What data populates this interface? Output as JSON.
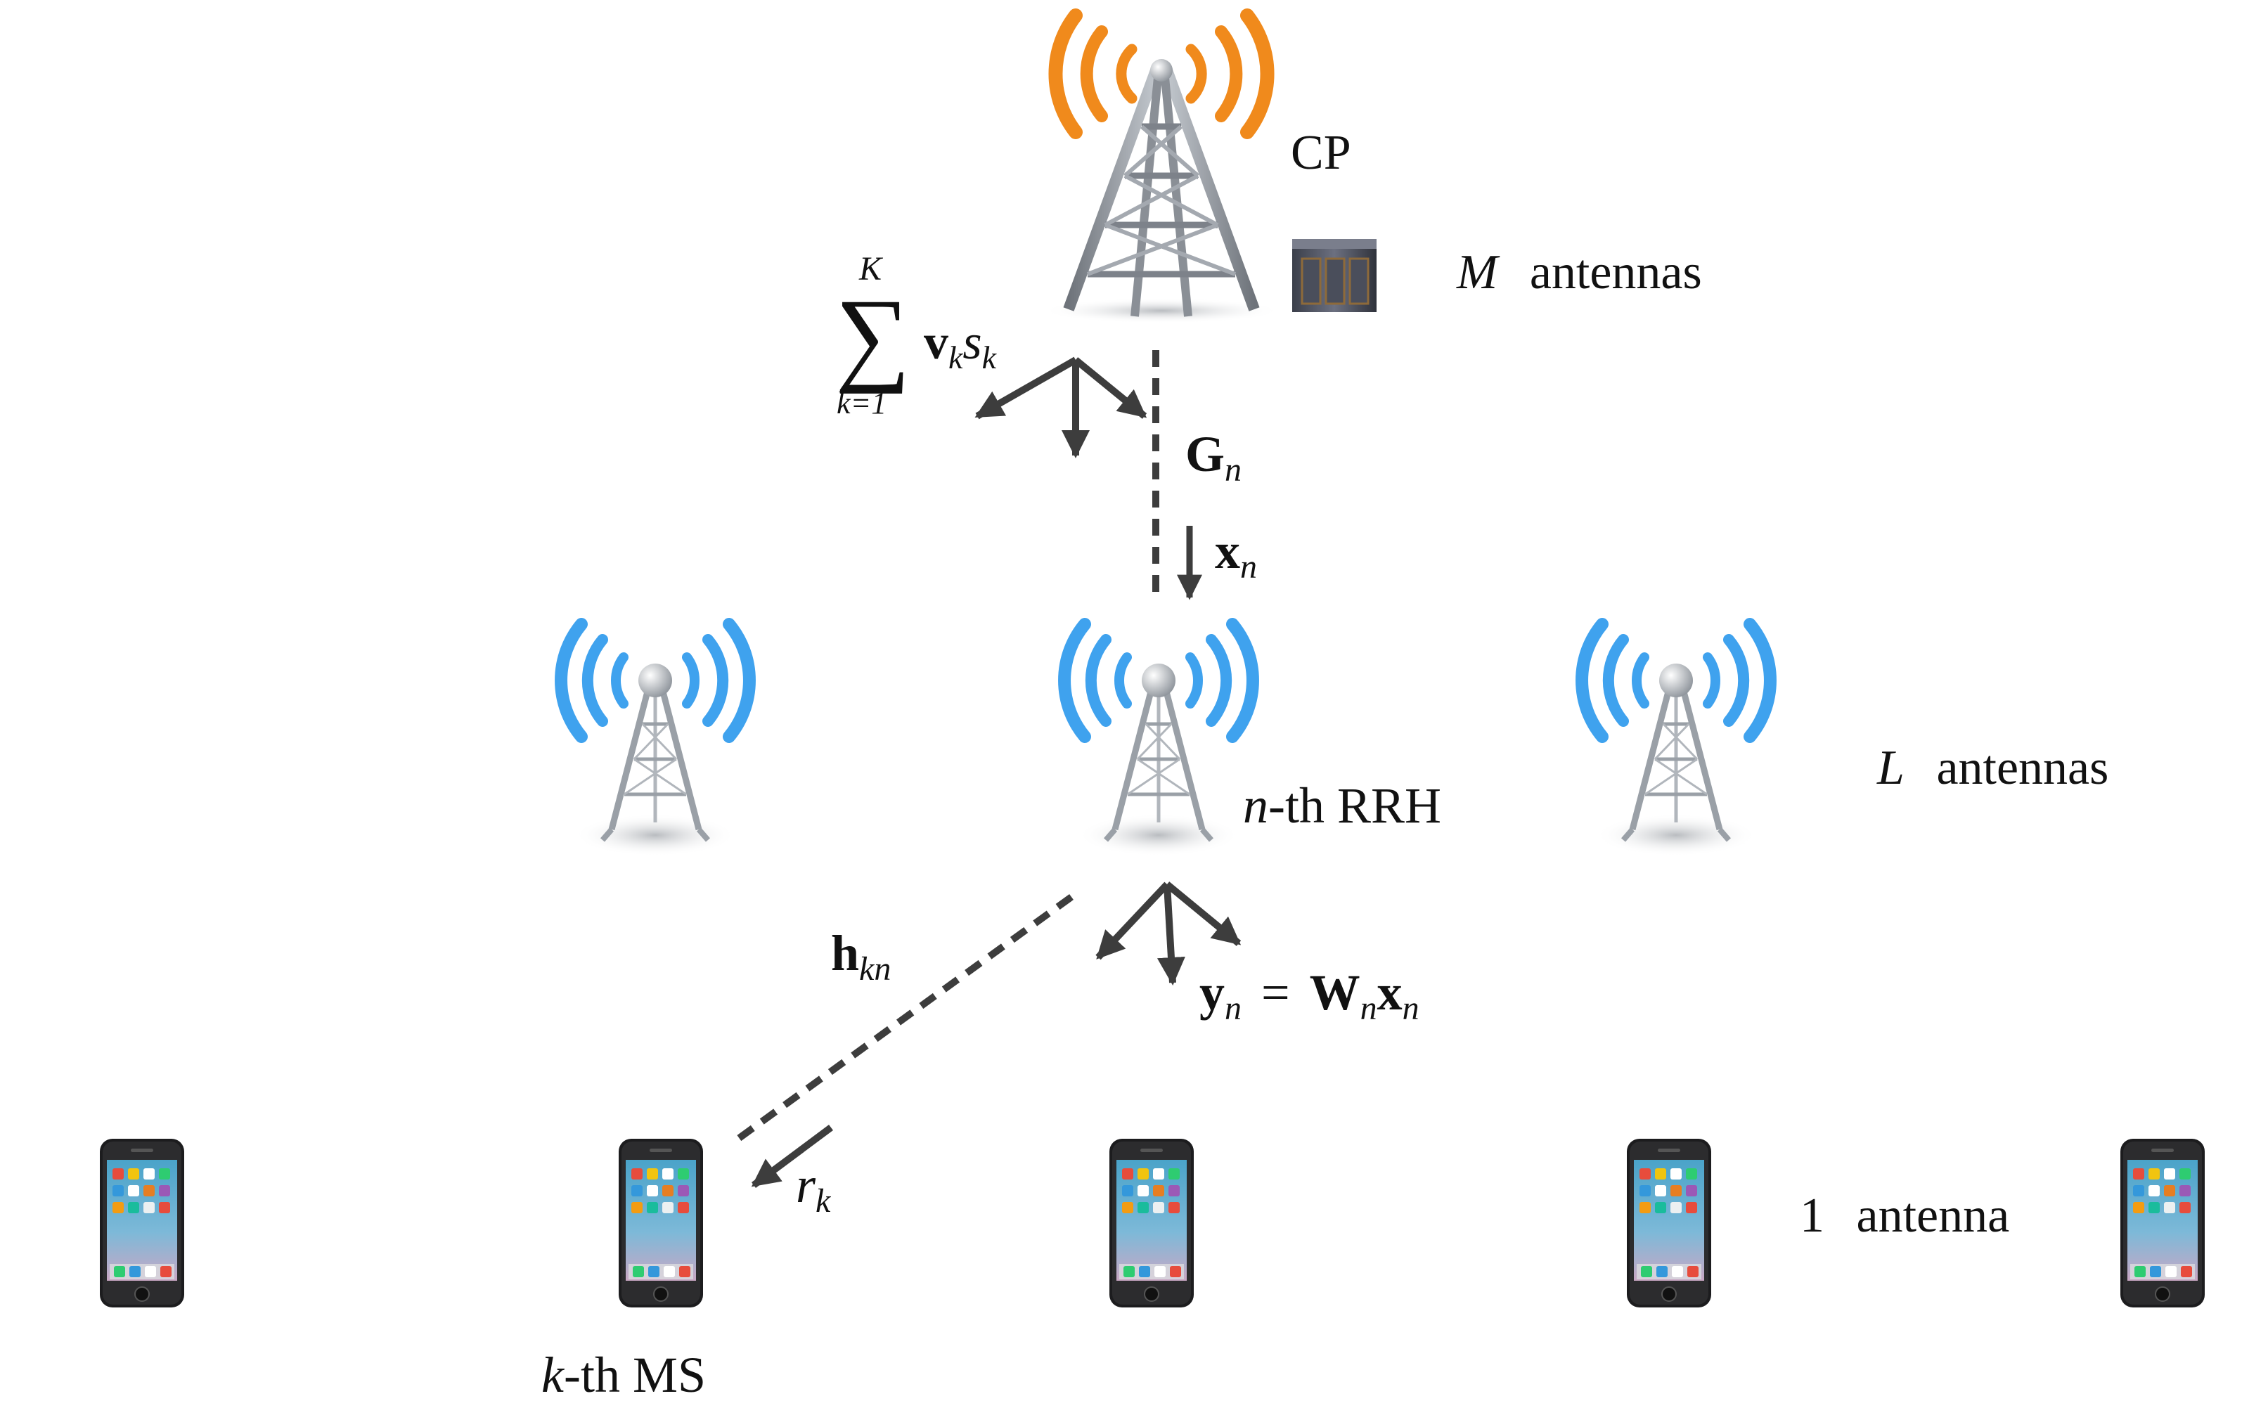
{
  "cp": {
    "label": "CP",
    "antennas_var": "M",
    "antennas_word": "antennas"
  },
  "precoding_sum": {
    "upper": "K",
    "lower": "k=1",
    "v": "v",
    "v_sub": "k",
    "s": "s",
    "s_sub": "k"
  },
  "fronthaul": {
    "G": "G",
    "G_sub": "n",
    "x": "x",
    "x_sub": "n"
  },
  "rrh": {
    "n": "n",
    "label_rest": "-th RRH",
    "antennas_var": "L",
    "antennas_word": "antennas"
  },
  "access": {
    "h": "h",
    "h_sub": "kn",
    "y": "y",
    "y_sub": "n",
    "equals": "=",
    "W": "W",
    "W_sub": "n",
    "x": "x",
    "x_sub": "n",
    "r": "r",
    "r_sub": "k"
  },
  "ms": {
    "k": "k",
    "label_rest": "-th MS",
    "antennas_count": "1",
    "antennas_word": "antenna"
  },
  "colors": {
    "cp_waves": "#f08a1c",
    "rrh_waves": "#3fa2ee",
    "arrows": "#3d3d3d",
    "tower_metal": "#8a8f96"
  }
}
